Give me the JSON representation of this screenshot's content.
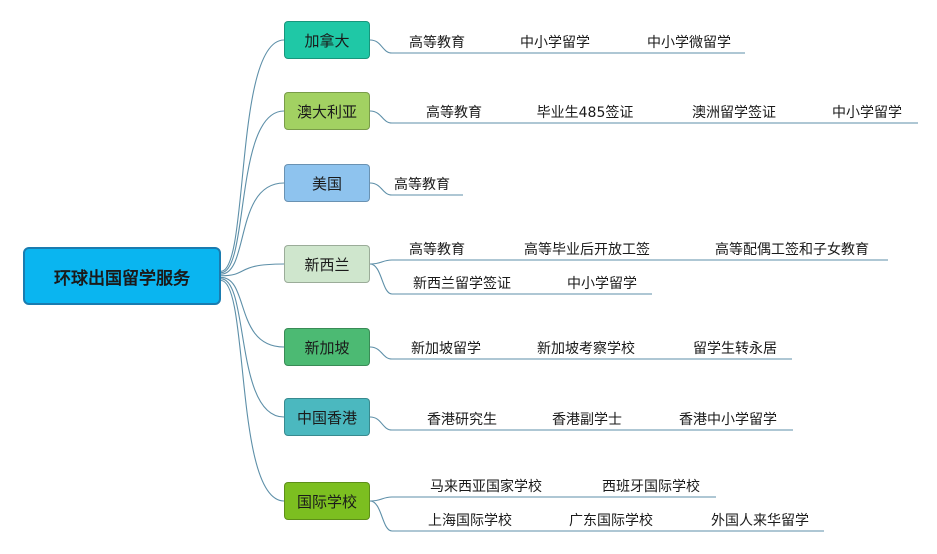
{
  "root": {
    "label": "环球出国留学服务"
  },
  "branches": [
    {
      "label": "加拿大",
      "color": "#1fc8a6",
      "rows": [
        [
          "高等教育",
          "中小学留学",
          "中小学微留学"
        ]
      ]
    },
    {
      "label": "澳大利亚",
      "color": "#a2d162",
      "rows": [
        [
          "高等教育",
          "毕业生485签证",
          "澳洲留学签证",
          "中小学留学"
        ]
      ]
    },
    {
      "label": "美国",
      "color": "#8ec3ee",
      "rows": [
        [
          "高等教育"
        ]
      ]
    },
    {
      "label": "新西兰",
      "color": "#cfe6cd",
      "rows": [
        [
          "高等教育",
          "高等毕业后开放工签",
          "高等配偶工签和子女教育"
        ],
        [
          "新西兰留学签证",
          "中小学留学"
        ]
      ]
    },
    {
      "label": "新加坡",
      "color": "#4cba73",
      "rows": [
        [
          "新加坡留学",
          "新加坡考察学校",
          "留学生转永居"
        ]
      ]
    },
    {
      "label": "中国香港",
      "color": "#4bb8bf",
      "rows": [
        [
          "香港研究生",
          "香港副学士",
          "香港中小学留学"
        ]
      ]
    },
    {
      "label": "国际学校",
      "color": "#7cbf20",
      "rows": [
        [
          "马来西亚国家学校",
          "西班牙国际学校"
        ],
        [
          "上海国际学校",
          "广东国际学校",
          "外国人来华留学"
        ]
      ]
    }
  ]
}
